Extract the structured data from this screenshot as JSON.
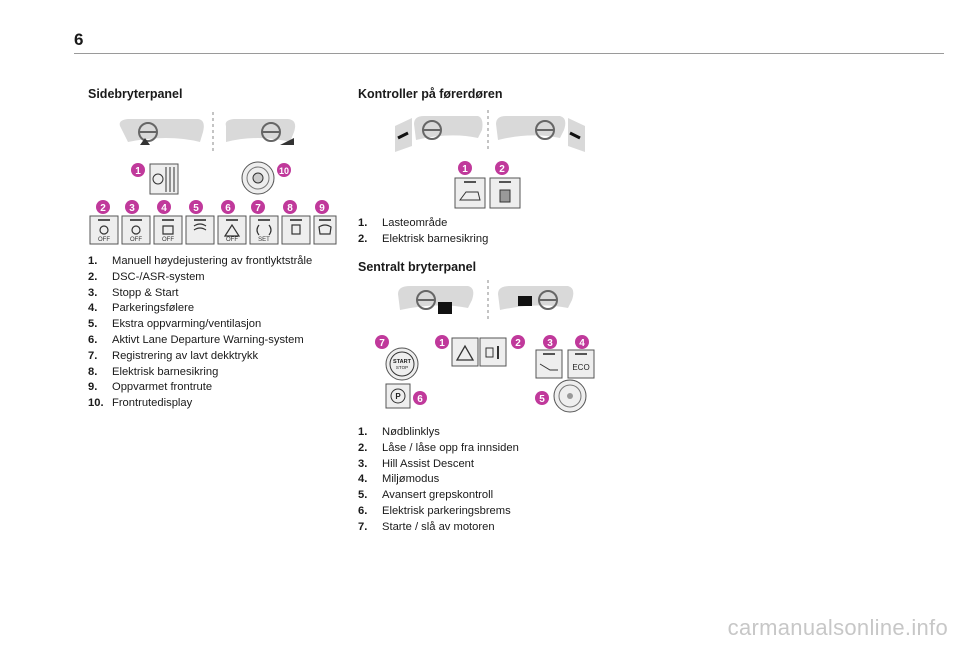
{
  "page": {
    "number": "6"
  },
  "left": {
    "title": "Sidebryterpanel",
    "callouts": [
      "1",
      "2",
      "3",
      "4",
      "5",
      "6",
      "7",
      "8",
      "9",
      "10"
    ],
    "button_labels": [
      "OFF",
      "OFF",
      "OFF",
      "OFF",
      "SET"
    ],
    "items": [
      {
        "num": "1.",
        "text": "Manuell høydejustering av frontlyktstråle"
      },
      {
        "num": "2.",
        "text": "DSC-/ASR-system"
      },
      {
        "num": "3.",
        "text": "Stopp & Start"
      },
      {
        "num": "4.",
        "text": "Parkeringsfølere"
      },
      {
        "num": "5.",
        "text": "Ekstra oppvarming/ventilasjon"
      },
      {
        "num": "6.",
        "text": "Aktivt Lane Departure Warning-system"
      },
      {
        "num": "7.",
        "text": "Registrering av lavt dekktrykk"
      },
      {
        "num": "8.",
        "text": "Elektrisk barnesikring"
      },
      {
        "num": "9.",
        "text": "Oppvarmet frontrute"
      },
      {
        "num": "10.",
        "text": "Frontrutedisplay"
      }
    ]
  },
  "right_top": {
    "title": "Kontroller på førerdøren",
    "callouts": [
      "1",
      "2"
    ],
    "items": [
      {
        "num": "1.",
        "text": "Lasteområde"
      },
      {
        "num": "2.",
        "text": "Elektrisk barnesikring"
      }
    ]
  },
  "right_bottom": {
    "title": "Sentralt bryterpanel",
    "callouts": [
      "1",
      "2",
      "3",
      "4",
      "5",
      "6",
      "7"
    ],
    "start_label_1": "START",
    "start_label_2": "STOP",
    "park_label": "P",
    "eco_label": "ECO",
    "items": [
      {
        "num": "1.",
        "text": "Nødblinklys"
      },
      {
        "num": "2.",
        "text": "Låse / låse opp fra innsiden"
      },
      {
        "num": "3.",
        "text": "Hill Assist Descent"
      },
      {
        "num": "4.",
        "text": "Miljømodus"
      },
      {
        "num": "5.",
        "text": "Avansert grepskontroll"
      },
      {
        "num": "6.",
        "text": "Elektrisk parkeringsbrems"
      },
      {
        "num": "7.",
        "text": "Starte / slå av motoren"
      }
    ]
  },
  "colors": {
    "callout": "#c0399b",
    "button_fill": "#eeeeee",
    "dashboard": "#d9d9d9"
  },
  "watermark": "carmanualsonline.info"
}
